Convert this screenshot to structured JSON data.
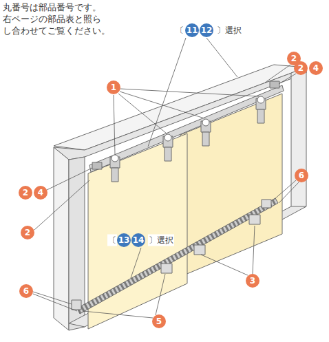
{
  "diagram": {
    "labels": [
      "丸番号は部品番号です。 右ページの部品表と照ら し合わせてご覧ください。",
      "〔",
      "11",
      "12",
      "〕選択",
      "2",
      "2",
      "4",
      "1",
      "2",
      "4",
      "2",
      "6",
      "〔",
      "13",
      "14",
      "〕選択",
      "3",
      "6",
      "5"
    ]
  }
}
